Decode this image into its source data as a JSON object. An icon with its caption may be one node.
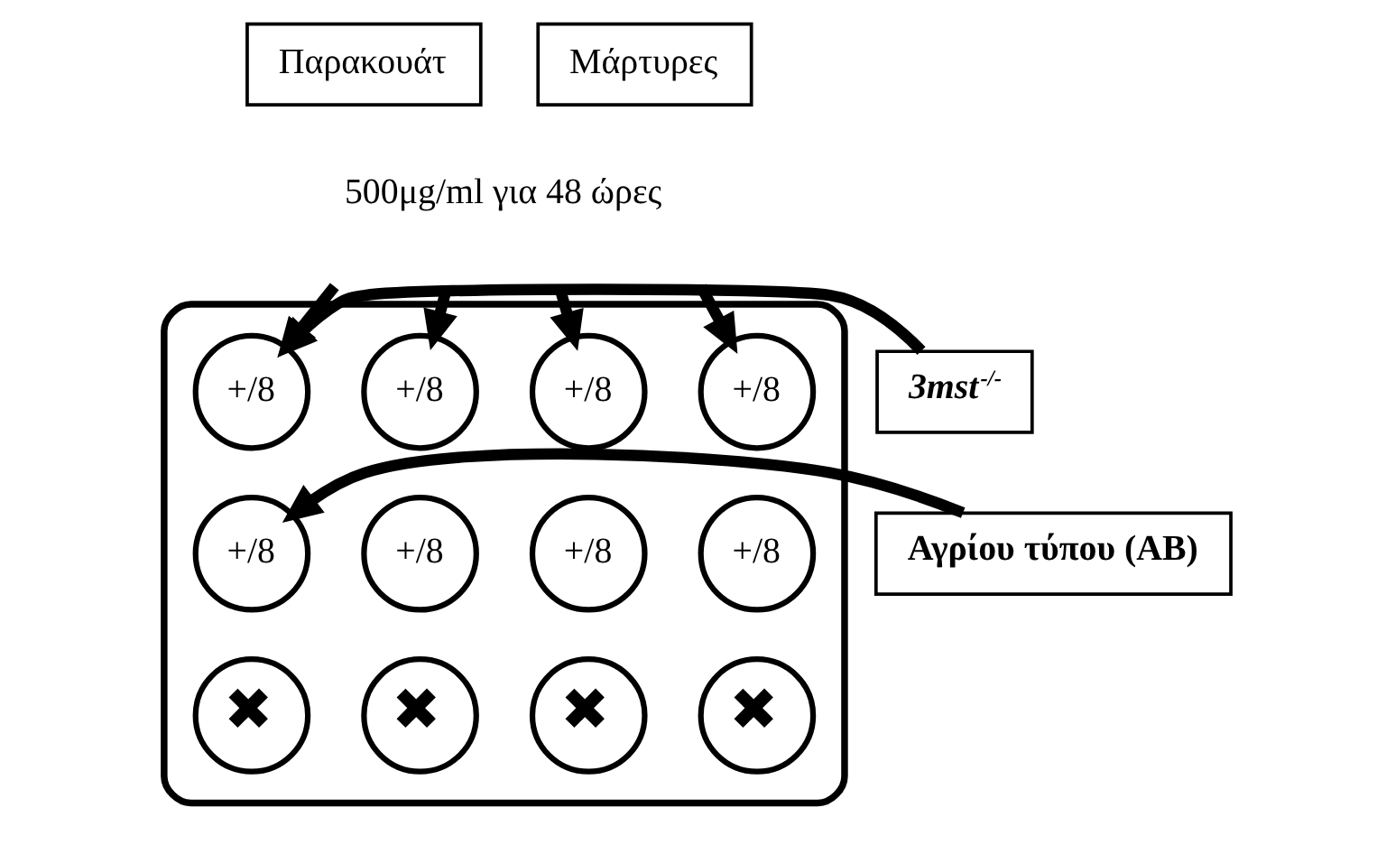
{
  "diagram": {
    "nodes": [
      {
        "text": [
          "Παρακουάτ"
        ]
      },
      {
        "text": [
          "Μάρτυρες"
        ]
      },
      {
        "text": [
          "3mst$^{-/-}$"
        ]
      },
      {
        "text": [
          "Αγρίου τύπου (ΑΒ)"
        ]
      },
      {
        "text": [],
        "shape": "box"
      },
      {
        "text": [
          "+/8"
        ],
        "in": 4
      },
      {
        "text": [
          "+/8"
        ],
        "in": 4
      },
      {
        "text": [
          "+/8"
        ],
        "in": 4
      },
      {
        "text": [
          "+/8"
        ],
        "in": 4
      },
      {
        "text": [
          "+/8"
        ],
        "in": 4
      },
      {
        "text": [
          "+/8"
        ],
        "in": 4
      },
      {
        "text": [
          "+/8"
        ],
        "in": 4
      },
      {
        "text": [
          "+/8"
        ],
        "in": 4
      },
      {
        "text": [
          "✖"
        ],
        "in": 4
      },
      {
        "text": [
          "✖"
        ],
        "in": 4
      },
      {
        "text": [
          "✖"
        ],
        "in": 4
      },
      {
        "text": [
          "✖"
        ],
        "in": 4
      }
    ],
    "edges": [
      {
        "from": 2,
        "to": 5,
        "arrow": "to"
      },
      {
        "from": 3,
        "to": 9,
        "arrow": "to"
      },
      {
        "from": null,
        "to": 5,
        "arrow": "to"
      },
      {
        "from": null,
        "to": 6,
        "arrow": "to"
      },
      {
        "from": null,
        "to": 7,
        "arrow": "to"
      },
      {
        "from": null,
        "to": 8,
        "arrow": "to"
      }
    ],
    "labels": [
      "500μg/ml για 48 ώρες"
    ]
  }
}
